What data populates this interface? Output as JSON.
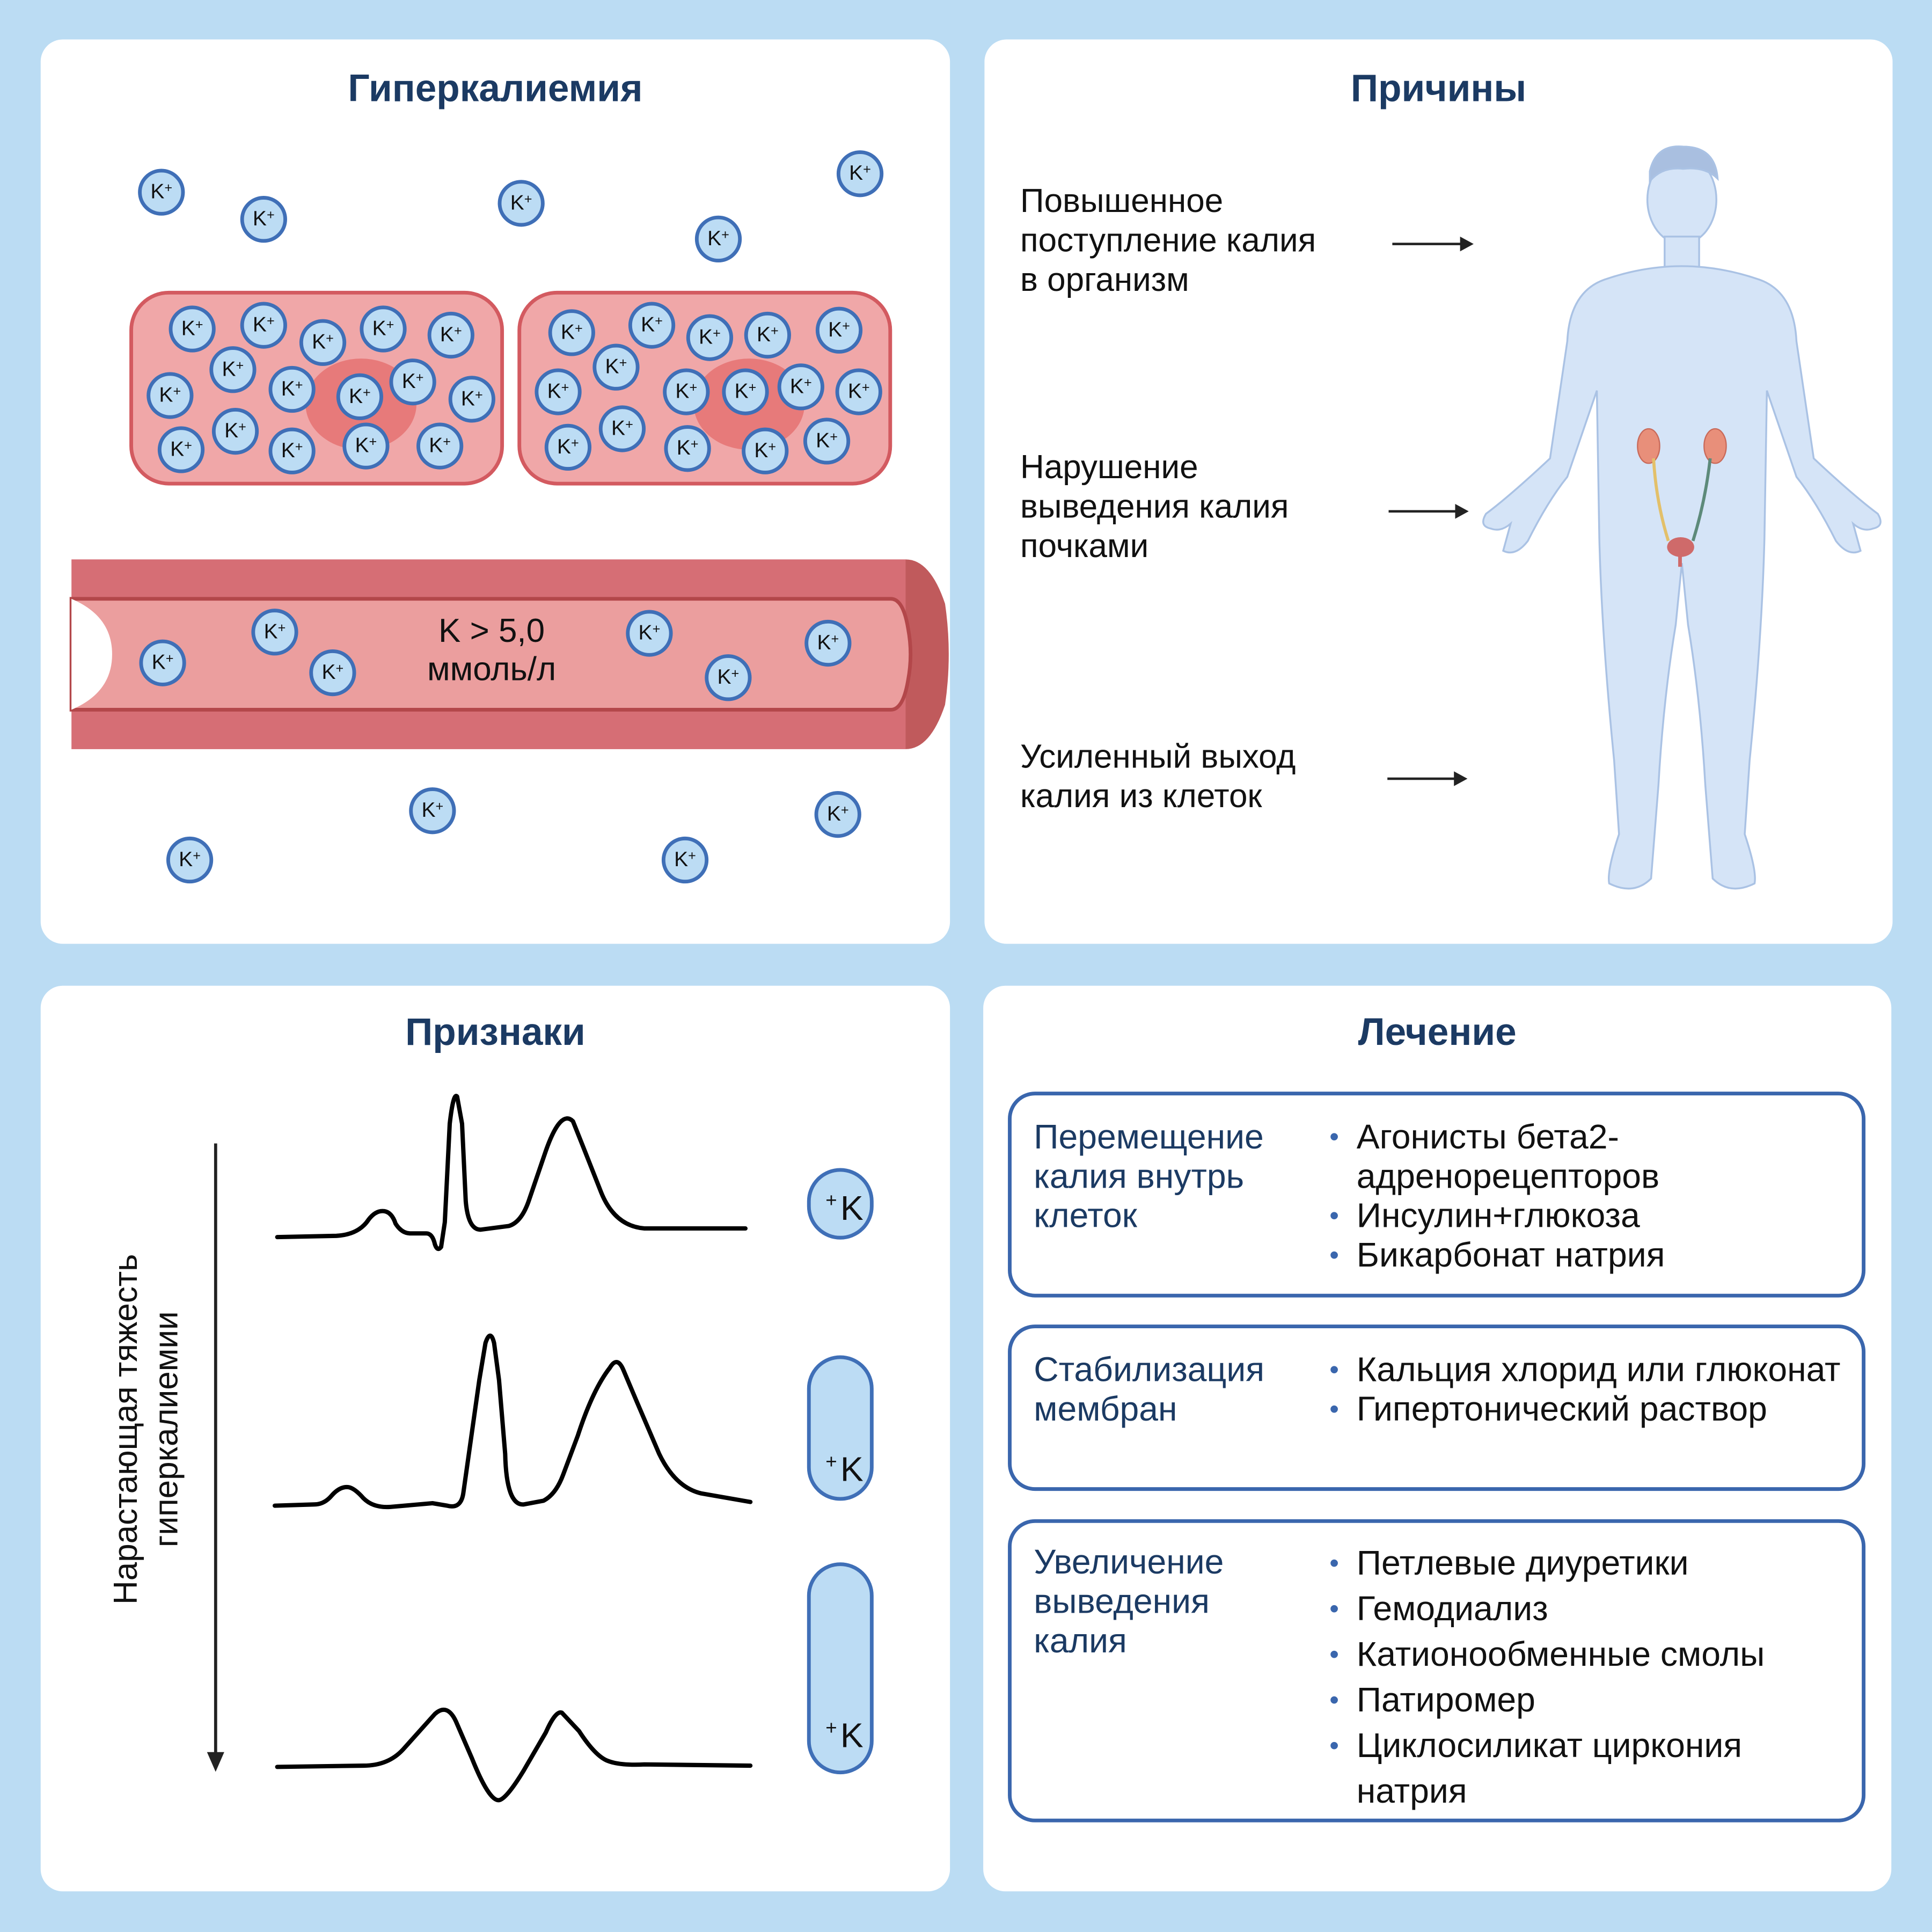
{
  "panels": {
    "hyperkalemia": {
      "title": "Гиперкалиемия",
      "ion_label": "K",
      "ion_charge": "+",
      "vessel_text_line1": "K > 5,0",
      "vessel_text_line2": "ммоль/л"
    },
    "causes": {
      "title": "Причины",
      "items": [
        {
          "lines": [
            "Повышенное",
            "поступление калия",
            "в организм"
          ]
        },
        {
          "lines": [
            "Нарушение",
            "выведения калия",
            "почками"
          ]
        },
        {
          "lines": [
            "Усиленный выход",
            "калия из клеток"
          ]
        }
      ]
    },
    "signs": {
      "title": "Признаки",
      "axis_label_line1": "Нарастающая тяжесть",
      "axis_label_line2": "гиперкалиемии",
      "k_label": "K",
      "k_charge": "+",
      "ecg_stages": [
        "stage-1",
        "stage-2",
        "stage-3"
      ]
    },
    "treatment": {
      "title": "Лечение",
      "groups": [
        {
          "label": [
            "Перемещение",
            "калия  внутрь",
            "клеток"
          ],
          "items": [
            "Агонисты бета2-адренорецепторов",
            "Инсулин+глюкоза",
            "Бикарбонат натрия"
          ]
        },
        {
          "label": [
            "Стабилизация",
            "мембран"
          ],
          "items": [
            "Кальция хлорид или глюконат",
            "Гипертонический раствор"
          ]
        },
        {
          "label": [
            "Увеличение",
            "выведения",
            "калия"
          ],
          "items": [
            "Петлевые диуретики",
            "Гемодиализ",
            "Катионообменные смолы",
            "Патиромер",
            "Циклосиликат циркония натрия"
          ]
        }
      ]
    }
  },
  "colors": {
    "background": "#bbdcf3",
    "title": "#1b3a63",
    "ion_fill": "#bcdcf4",
    "ion_border": "#3f6fb7",
    "cell_fill": "#f0a7a8",
    "vessel_wall": "#d66e75",
    "vessel_lumen": "#eb9e9e"
  }
}
